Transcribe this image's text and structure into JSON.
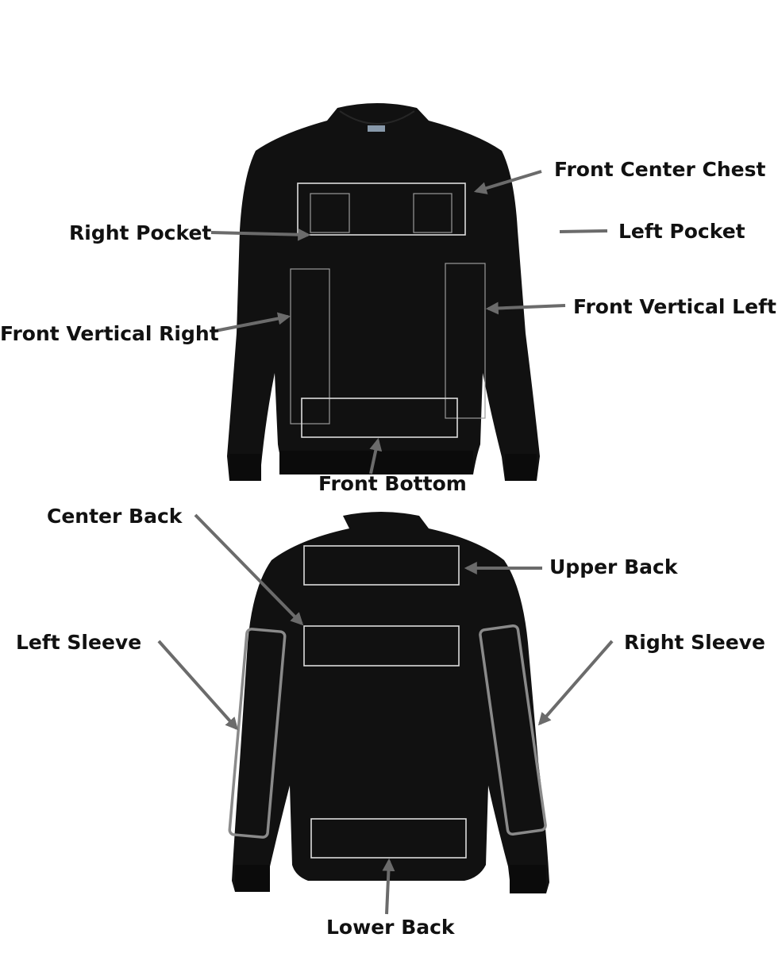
{
  "colors": {
    "sweater": "#111111",
    "zone_outline": "#dcdcdc",
    "arrow": "#6b6b6b",
    "label": "#111111",
    "background": "#ffffff"
  },
  "front": {
    "labels": {
      "front_center_chest": "Front Center Chest",
      "right_pocket": "Right Pocket",
      "left_pocket": "Left Pocket",
      "front_vertical_left": "Front Vertical Left",
      "front_vertical_right": "Front Vertical Right",
      "front_bottom": "Front Bottom"
    }
  },
  "back": {
    "labels": {
      "center_back": "Center Back",
      "upper_back": "Upper Back",
      "left_sleeve": "Left Sleeve",
      "right_sleeve": "Right Sleeve",
      "lower_back": "Lower Back"
    }
  }
}
